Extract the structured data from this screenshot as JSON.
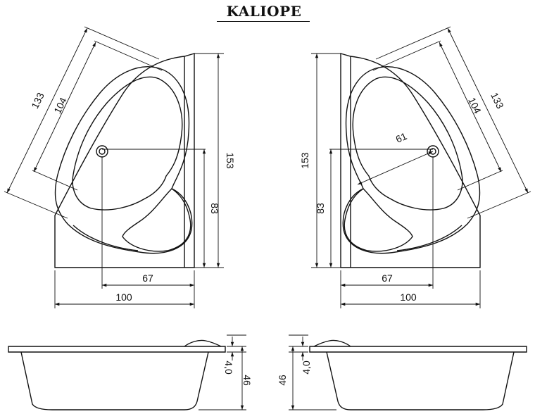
{
  "title": "KALIOPE",
  "left_plan": {
    "dims": {
      "diag_outer": "133",
      "diag_inner": "104",
      "height": "153",
      "drain_height": "83",
      "drain_offset": "67",
      "width": "100"
    }
  },
  "right_plan": {
    "dims": {
      "diag_outer": "133",
      "diag_inner": "104",
      "drain_diag": "61",
      "height": "153",
      "drain_height": "83",
      "drain_offset": "67",
      "width": "100"
    }
  },
  "left_section": {
    "dims": {
      "rim": "4,0",
      "depth": "46"
    }
  },
  "right_section": {
    "dims": {
      "rim": "4,0",
      "depth": "46"
    }
  }
}
